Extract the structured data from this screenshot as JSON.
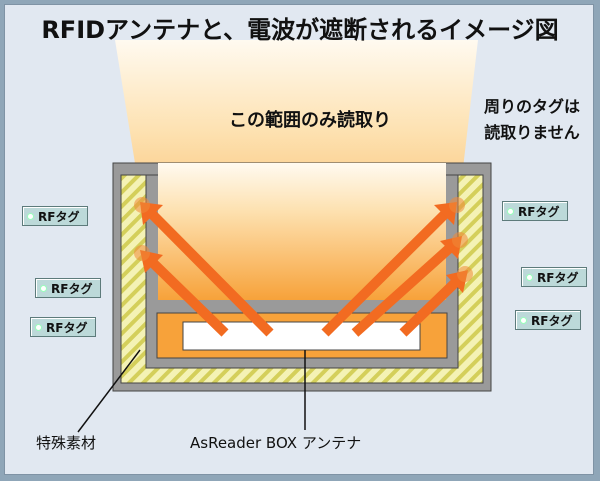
{
  "title": "RFIDアンテナと、電波が遮断されるイメージ図",
  "caption_read_area": "この範囲のみ読取り",
  "caption_not_read": [
    "周りのタグは",
    "読取りません"
  ],
  "tags": [
    {
      "label": "RFタグ"
    },
    {
      "label": "RFタグ"
    },
    {
      "label": "RFタグ"
    },
    {
      "label": "RFタグ"
    },
    {
      "label": "RFタグ"
    },
    {
      "label": "RFタグ"
    }
  ],
  "label_material": "特殊素材",
  "label_antenna": "AsReader BOX アンテナ",
  "colors": {
    "background": "#8fa6b8",
    "panel": "#e1e8f1",
    "beam_top": "#fff3d6",
    "beam_bottom": "#f79a2c",
    "arrow": "#f26b21",
    "hatch_stripe": "#d4cf5a",
    "hatch_base": "#f4f2b5",
    "box_gray": "#9a9a9a",
    "tag_fill": "#bcd9d9"
  }
}
